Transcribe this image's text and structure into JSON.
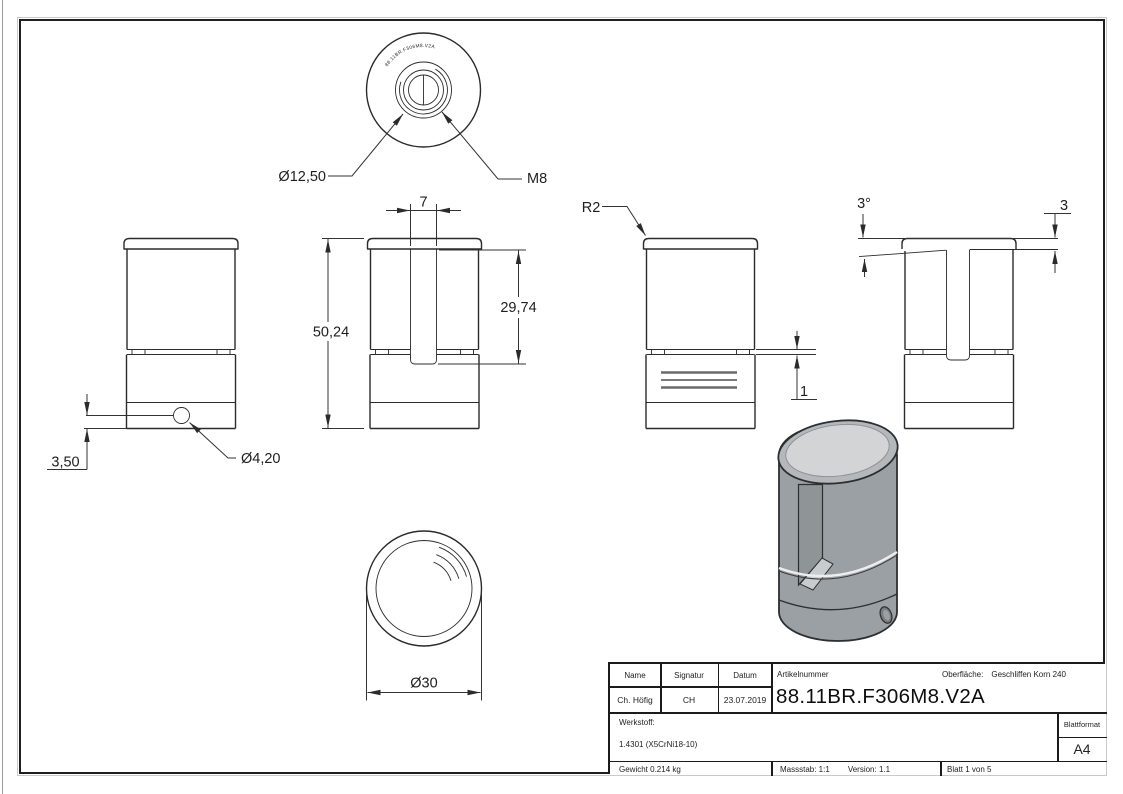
{
  "drawing": {
    "dims": {
      "counterbore": "Ø12,50",
      "thread": "M8",
      "slot_width": "7",
      "total_height": "50,24",
      "slot_depth": "29,74",
      "corner_radius": "R2",
      "groove_height": "1",
      "slot_floor_angle": "3°",
      "cap_height": "3",
      "hole_offset": "3,50",
      "side_hole": "Ø4,20",
      "outer_diameter": "Ø30"
    },
    "engraving": "88.11BR.F306M8.V2A"
  },
  "title_block": {
    "labels": {
      "name": "Name",
      "signatur": "Signatur",
      "datum": "Datum",
      "artikelnummer": "Artikelnummer",
      "oberflaeche": "Oberfläche:",
      "werkstoff": "Werkstoff:",
      "blattformat": "Blattformat"
    },
    "values": {
      "name": "Ch. Höfig",
      "signatur": "CH",
      "datum": "23.07.2019",
      "artikelnummer": "88.11BR.F306M8.V2A",
      "oberflaeche": "Geschliffen Korn 240",
      "werkstoff": "1.4301 (X5CrNi18-10)",
      "blattformat": "A4",
      "gewicht": "Gewicht 0.214 kg",
      "massstab": "Massstab: 1:1",
      "version": "Version: 1.1",
      "blatt": "Blatt 1 von 5"
    }
  },
  "colors": {
    "line": "#2b2b2b",
    "render_body": "#9ba0a4",
    "render_top": "#d2d4d5",
    "frame": "#1f1f1f"
  }
}
